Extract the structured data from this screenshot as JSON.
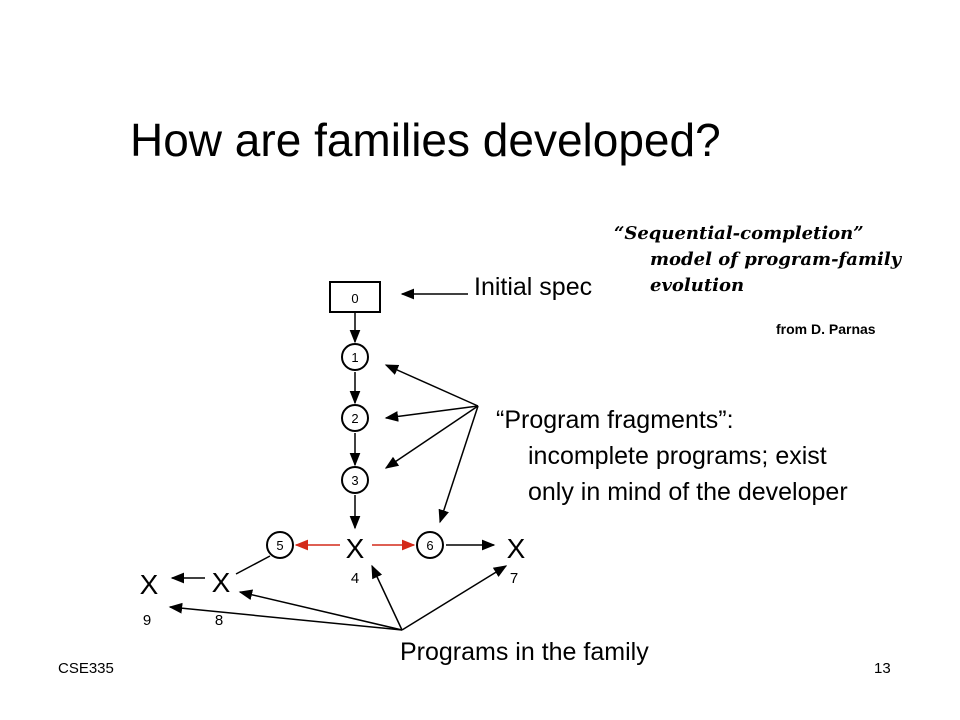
{
  "title": "How are families developed?",
  "initial_spec": "Initial spec",
  "quote": {
    "line1": "“Sequential-completion”",
    "line2": "model of program-family",
    "line3": "evolution"
  },
  "source": "from D. Parnas",
  "fragments": {
    "line1": "“Program fragments”:",
    "line2": "incomplete programs; exist",
    "line3": "only in mind of the developer"
  },
  "programs_label": "Programs in the family",
  "nodes": {
    "n0": "0",
    "n1": "1",
    "n2": "2",
    "n3": "3",
    "n5": "5",
    "n6": "6",
    "x4": "X",
    "x4_num": "4",
    "x7": "X",
    "x7_num": "7",
    "x8": "X",
    "x8_num": "8",
    "x9": "X",
    "x9_num": "9"
  },
  "footer": {
    "course": "CSE335",
    "page": "13"
  },
  "colors": {
    "red_arrow": "#d42a1a",
    "line": "#000000"
  }
}
